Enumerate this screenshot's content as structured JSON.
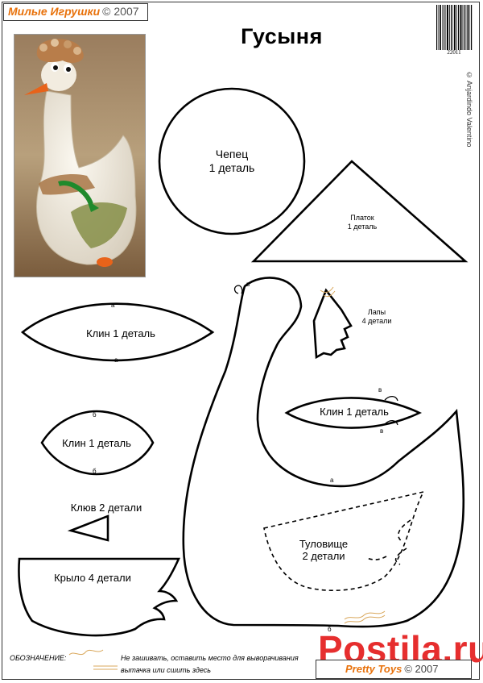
{
  "header": {
    "brand_name": "Милые Игрушки",
    "brand_copyright": "© 2007",
    "title": "Гусыня",
    "barcode_number": "22011",
    "credit": "© Anjardindo Valentino"
  },
  "pieces": {
    "cap": {
      "name": "Чепец",
      "count": "1 деталь"
    },
    "scarf": {
      "name": "Платок",
      "count": "1 деталь"
    },
    "paws": {
      "name": "Лапы",
      "count": "4 детали"
    },
    "wedge_top": {
      "name": "Клин 1 деталь",
      "mark_top": "а",
      "mark_bottom": "а"
    },
    "wedge_mid": {
      "name": "Клин 1 деталь",
      "mark_top": "б",
      "mark_bottom": "б"
    },
    "wedge_right": {
      "name": "Клин 1 деталь",
      "mark_top": "в",
      "mark_bottom": "в"
    },
    "beak": {
      "name": "Клюв 2 детали"
    },
    "wing": {
      "name": "Крыло 4 детали"
    },
    "body": {
      "name": "Туловище",
      "count": "2 детали",
      "mark_head": "в",
      "mark_a": "а",
      "mark_b": "б"
    }
  },
  "legend": {
    "title": "ОБОЗНАЧЕНИЕ:",
    "item_1": "Не зашивать, оставить место  для выворачивания",
    "item_2": "вытачка или сшить здесь"
  },
  "footer": {
    "brand_name": "Pretty Toys",
    "brand_copyright": "© 2007",
    "watermark": "Postila.ru"
  },
  "colors": {
    "brand_orange": "#e8720c",
    "watermark_red": "#e62e2e",
    "outline": "#000000"
  }
}
